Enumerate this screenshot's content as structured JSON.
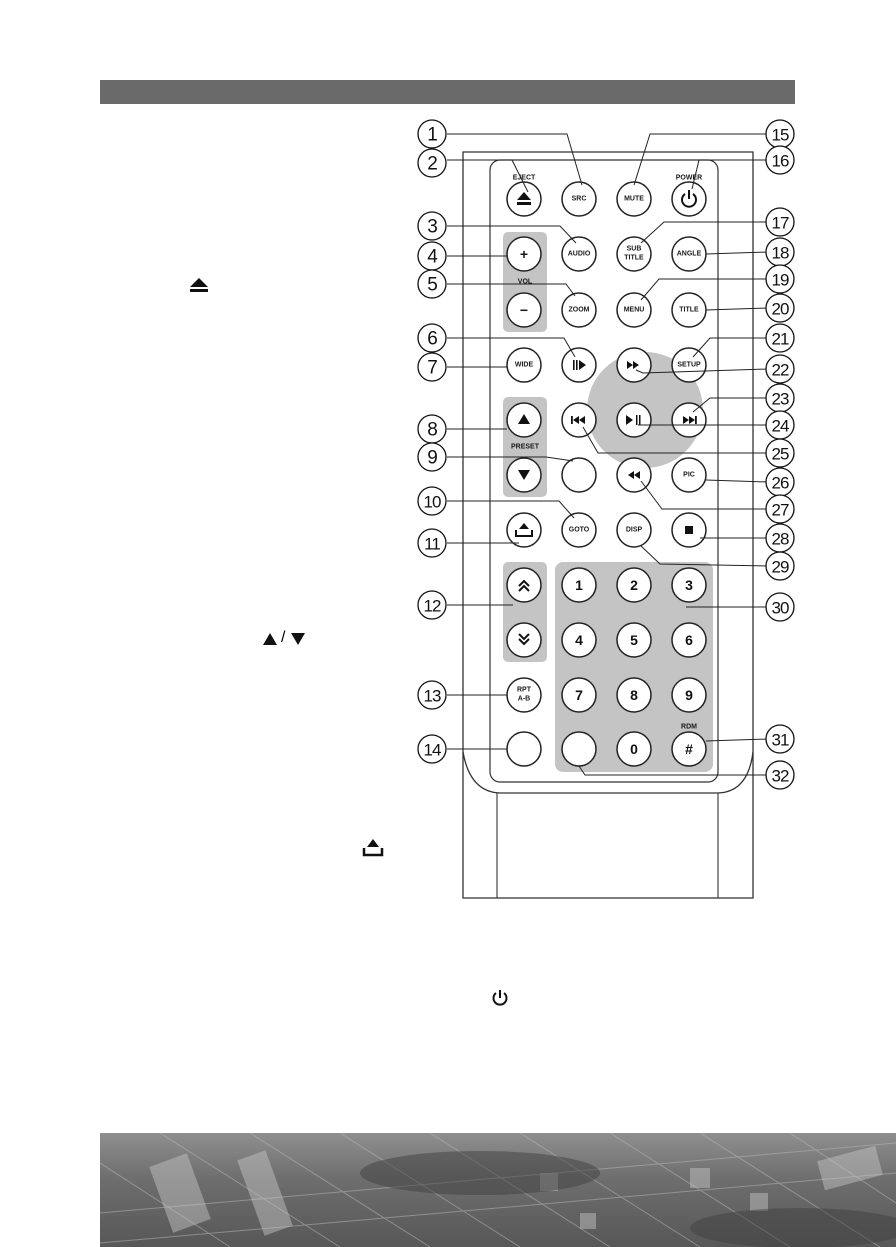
{
  "header": {},
  "panel_labels": {
    "eject": "EJECT",
    "power": "POWER",
    "vol": "VOL",
    "preset": "PRESET",
    "rdm": "RDM"
  },
  "buttons": {
    "eject": "",
    "src": "SRC",
    "mute": "MUTE",
    "power": "",
    "audio": "AUDIO",
    "subtitle": [
      "SUB",
      "TITLE"
    ],
    "angle": "ANGLE",
    "vol_up": "+",
    "vol_down": "−",
    "zoom": "ZOOM",
    "menu": "MENU",
    "title": "TITLE",
    "slow": "",
    "ff": "",
    "setup": "SETUP",
    "wide": "WIDE",
    "preset_up": "",
    "prev": "",
    "play_pause": "",
    "next": "",
    "preset_down": "",
    "blank_9": "",
    "rew": "",
    "pic": "PIC",
    "goto": "GOTO",
    "disp": "DISP",
    "stop": "",
    "rpt": [
      "RPT",
      "A-B"
    ],
    "blank_14": "",
    "blank_32": "",
    "hash": "#",
    "numpad": [
      "1",
      "2",
      "3",
      "4",
      "5",
      "6",
      "7",
      "8",
      "9",
      "0"
    ]
  },
  "callouts": [
    "1",
    "2",
    "3",
    "4",
    "5",
    "6",
    "7",
    "8",
    "9",
    "10",
    "11",
    "12",
    "13",
    "14",
    "15",
    "16",
    "17",
    "18",
    "19",
    "20",
    "21",
    "22",
    "23",
    "24",
    "25",
    "26",
    "27",
    "28",
    "29",
    "30",
    "31",
    "32"
  ]
}
